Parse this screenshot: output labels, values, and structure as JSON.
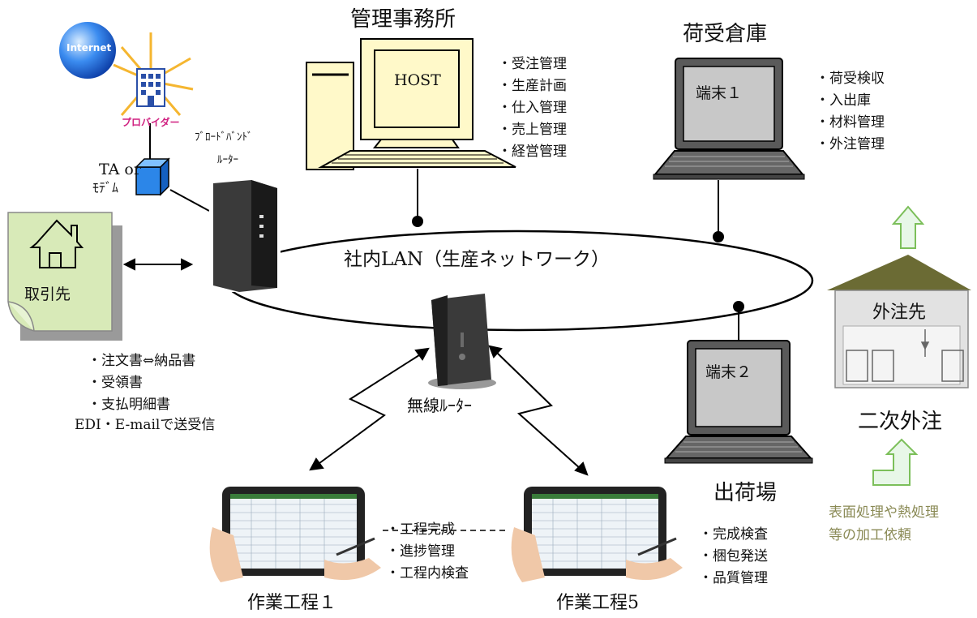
{
  "office": {
    "title": "管理事務所",
    "host_label": "HOST",
    "tasks": [
      "受注管理",
      "生産計画",
      "仕入管理",
      "売上管理",
      "経営管理"
    ]
  },
  "warehouse": {
    "title": "荷受倉庫",
    "terminal_label": "端末１",
    "tasks": [
      "荷受検収",
      "入出庫",
      "材料管理",
      "外注管理"
    ]
  },
  "shipping": {
    "title": "出荷場",
    "terminal_label": "端末２",
    "tasks": [
      "完成検査",
      "梱包発送",
      "品質管理"
    ]
  },
  "internet": {
    "globe_label": "Internet",
    "provider_label": "プロバイダー",
    "modem_label_1": "TA or",
    "modem_label_2": "ﾓﾃﾞﾑ",
    "router_label_1": "ﾌﾞﾛｰﾄﾞﾊﾞﾝﾄﾞ",
    "router_label_2": "ﾙｰﾀｰ"
  },
  "partner": {
    "label": "取引先",
    "documents": [
      "注文書⇔納品書",
      "受領書",
      "支払明細書"
    ],
    "edi_note": "EDI・E-mailで送受信"
  },
  "lan_label": "社内LAN（生産ネットワーク）",
  "wireless_router_label": "無線ﾙｰﾀｰ",
  "work_processes": {
    "process1": "作業工程１",
    "process5": "作業工程5",
    "tasks": [
      "工程完成",
      "進捗管理",
      "工程内検査"
    ]
  },
  "subcontract": {
    "building_label": "外注先",
    "title": "二次外注",
    "note_1": "表面処理や熱処理",
    "note_2": "等の加工依頼"
  }
}
